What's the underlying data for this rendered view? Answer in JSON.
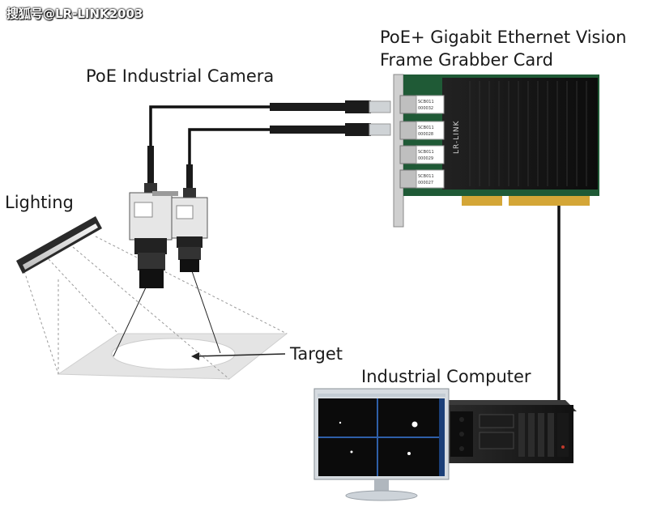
{
  "watermark": "搜狐号@LR-LINK2003",
  "labels": {
    "card_line1": "PoE+ Gigabit Ethernet Vision",
    "card_line2": "Frame Grabber Card",
    "camera": "PoE Industrial Camera",
    "lighting": "Lighting",
    "target": "Target",
    "computer": "Industrial Computer"
  },
  "card": {
    "brand": "LR-LINK",
    "port_labels": [
      [
        "SCB011",
        "000032"
      ],
      [
        "SCB011",
        "000028"
      ],
      [
        "SCB011",
        "000029"
      ],
      [
        "SCB011",
        "000027"
      ]
    ]
  },
  "colors": {
    "pcb_green": "#1f5a36",
    "heatsink": "#1a1a1a",
    "cable": "#111111",
    "connector": "#cfcfcf",
    "monitor_frame": "#d6dbe0",
    "screen": "#0b0b0b"
  }
}
